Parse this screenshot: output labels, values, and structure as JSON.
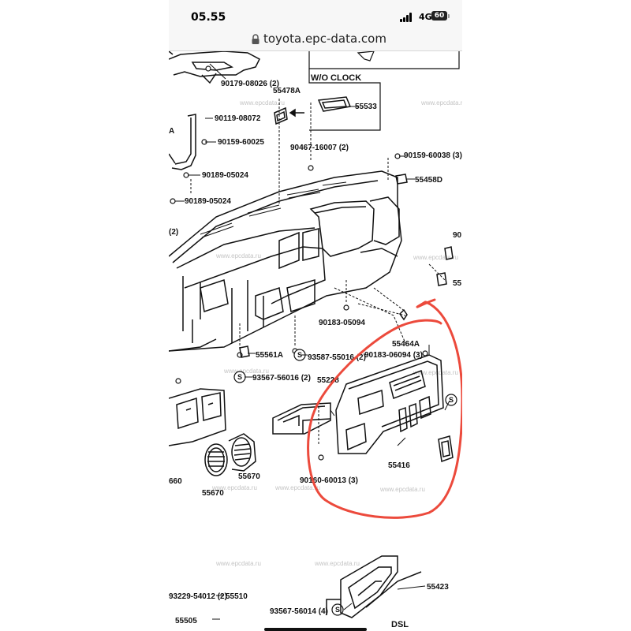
{
  "status": {
    "time": "05.55",
    "network": "4G",
    "battery": "60"
  },
  "browser": {
    "url": "toyota.epc-data.com"
  },
  "diagram": {
    "watermark": "www.epcdata.ru",
    "variant_label": "W/O CLOCK",
    "dsl_label": "DSL",
    "parts": {
      "p90179": "90179-08026 (2)",
      "p55478A": "55478A",
      "p55533": "55533",
      "pA": "A",
      "p90119": "90119-08072",
      "p90159_60025": "90159-60025",
      "p90467": "90467-16007 (2)",
      "p90159_60038": "90159-60038 (3)",
      "p90189_a": "90189-05024",
      "p55458D": "55458D",
      "p90189_b": "90189-05024",
      "p2": "(2)",
      "p90": "90",
      "p55": "55",
      "p90183_0509": "90183-05094",
      "p55464A": "55464A",
      "p55561A": "55561A",
      "p93587": "93587-55016 (2)",
      "p93567_56016": "93567-56016 (2)",
      "p90183_06094": "90183-06094 (3)",
      "p55228": "55228",
      "p55416": "55416",
      "p90160": "90160-60013 (3)",
      "p55670a": "55670",
      "p55670b": "55670",
      "p660": "660",
      "p93229": "93229-54012 (2)",
      "p55510": "55510",
      "p55505": "55505",
      "p55423": "55423",
      "p93567_56014": "93567-56014 (4)",
      "s": "S"
    }
  }
}
